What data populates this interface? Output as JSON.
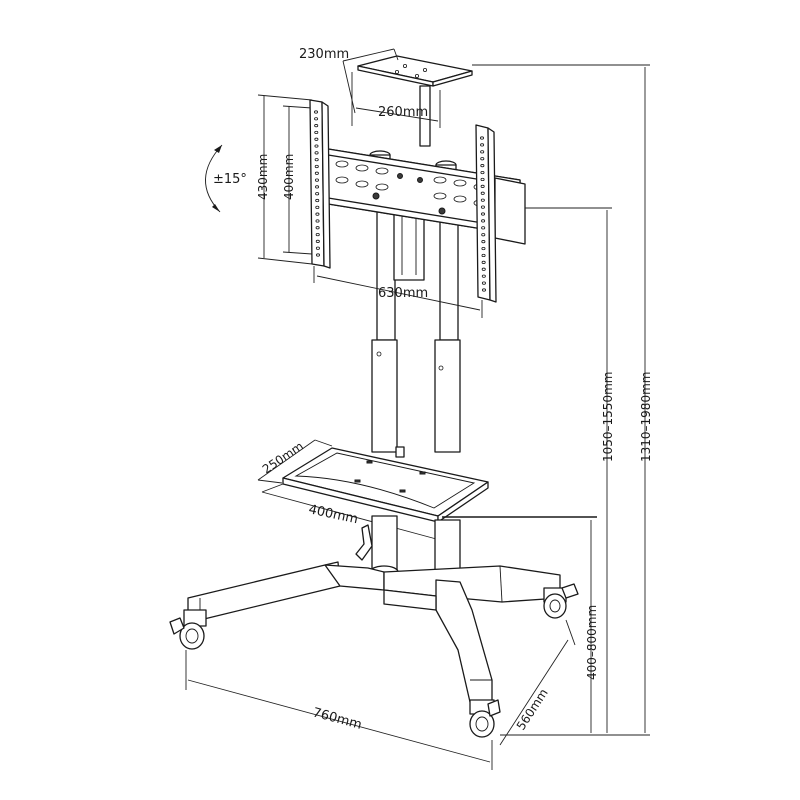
{
  "dimensions": {
    "top_tray_width": "230mm",
    "top_tray_post_spacing": "260mm",
    "tilt": "±15°",
    "bracket_height_outer": "430mm",
    "bracket_height_inner": "400mm",
    "bracket_width": "630mm",
    "shelf_depth": "250mm",
    "shelf_width": "400mm",
    "base_width": "760mm",
    "base_depth": "560mm",
    "shelf_height_range": "400–800mm",
    "bracket_height_range": "1050–1550mm",
    "overall_height_range": "1310–1980mm"
  },
  "colors": {
    "line": "#1a1a1a",
    "background": "#ffffff"
  }
}
